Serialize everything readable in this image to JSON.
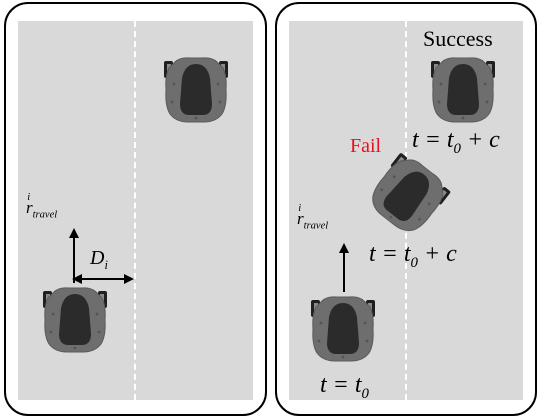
{
  "left_panel": {
    "reward_label": {
      "base": "r",
      "sub": "travel",
      "sup": "i"
    },
    "distance_label": {
      "base": "D",
      "sub": "i"
    }
  },
  "right_panel": {
    "success_label": "Success",
    "fail_label": "Fail",
    "time_start": {
      "base": "t = t",
      "sub": "0",
      "tail": ""
    },
    "time_fail": {
      "base": "t = t",
      "sub": "0",
      "tail": " + c"
    },
    "time_success": {
      "base": "t = t",
      "sub": "0",
      "tail": " + c"
    },
    "reward_label": {
      "base": "r",
      "sub": "travel",
      "sup": "i"
    }
  },
  "colors": {
    "road": "#d9d9d9",
    "lane_line": "#ffffff",
    "robot_body": "#6e6e6e",
    "robot_top": "#2a2a2a",
    "fail_text": "#e8111d"
  }
}
